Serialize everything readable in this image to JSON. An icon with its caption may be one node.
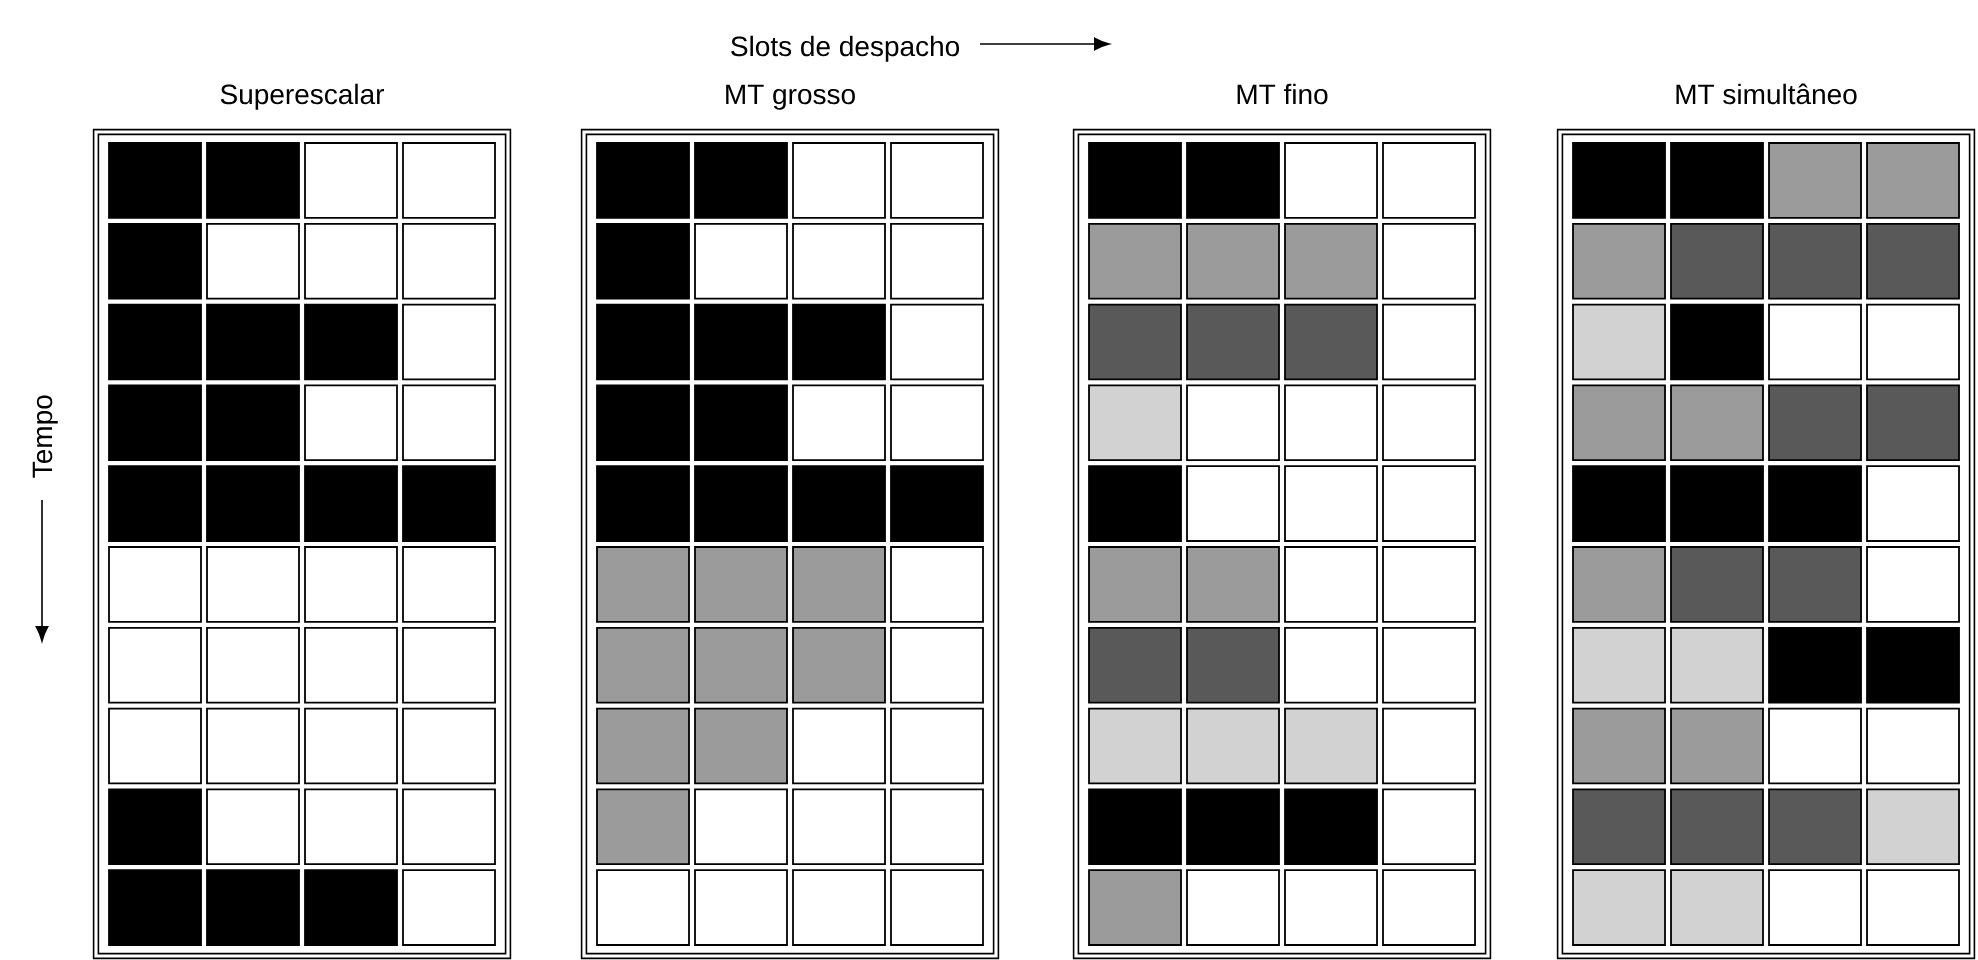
{
  "diagram": {
    "nodes": [
      {
        "text": [
          "Superescalar"
        ]
      },
      {
        "text": [
          "MT grosso"
        ]
      },
      {
        "text": [
          "MT fino"
        ]
      },
      {
        "text": [
          "MT simultâneo"
        ]
      }
    ],
    "labels": [
      "Slots de despacho",
      "Tempo"
    ]
  }
}
